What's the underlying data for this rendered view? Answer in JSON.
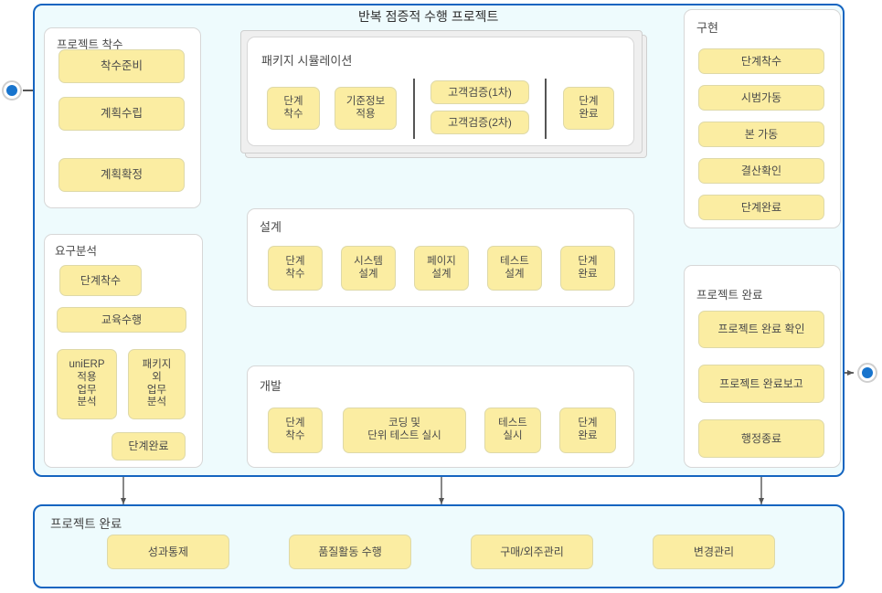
{
  "diagram": {
    "title": "반복 점증적 수행 프로젝트",
    "accent_color": "#1565c0",
    "pool_fill": "#eefbfd",
    "task_fill": "#fbeda2",
    "task_border": "#ded9a8",
    "marker_color": "#1874cd"
  },
  "markers": {
    "start_label": "start-node",
    "end_label": "end-node"
  },
  "lanes": {
    "project_kickoff": {
      "title": "프로젝트 착수",
      "tasks": [
        "착수준비",
        "계획수립",
        "계획확정"
      ]
    },
    "requirements": {
      "title": "요구분석",
      "tasks": [
        "단계착수",
        "교육수행",
        "uniERP\n적용\n업무\n분석",
        "패키지\n외\n업무\n분석",
        "단계완료"
      ],
      "task_flat": [
        "단계착수",
        "교육수행",
        "uniERP 적용 업무 분석",
        "패키지 외 업무 분석",
        "단계완료"
      ]
    },
    "package_simulation": {
      "title": "패키지 시뮬레이션",
      "tasks": [
        "단계\n착수",
        "기준정보\n적용",
        "고객검증(1차)",
        "고객검증(2차)",
        "단계\n완료"
      ],
      "multi_instance": true
    },
    "design": {
      "title": "설계",
      "tasks": [
        "단계\n착수",
        "시스템\n설계",
        "페이지\n설계",
        "테스트\n설계",
        "단계\n완료"
      ]
    },
    "development": {
      "title": "개발",
      "tasks": [
        "단계\n착수",
        "코딩 및\n단위 테스트 실시",
        "테스트\n실시",
        "단계\n완료"
      ]
    },
    "implementation": {
      "title": "구현",
      "tasks": [
        "단계착수",
        "시범가동",
        "본 가동",
        "결산확인",
        "단계완료"
      ]
    },
    "project_closure": {
      "title": "프로젝트 완료",
      "tasks": [
        "프로젝트 완료 확인",
        "프로젝트 완료보고",
        "행정종료"
      ]
    },
    "support": {
      "title": "프로젝트 완료",
      "tasks": [
        "성과통제",
        "품질활동 수행",
        "구매/외주관리",
        "변경관리"
      ]
    }
  }
}
